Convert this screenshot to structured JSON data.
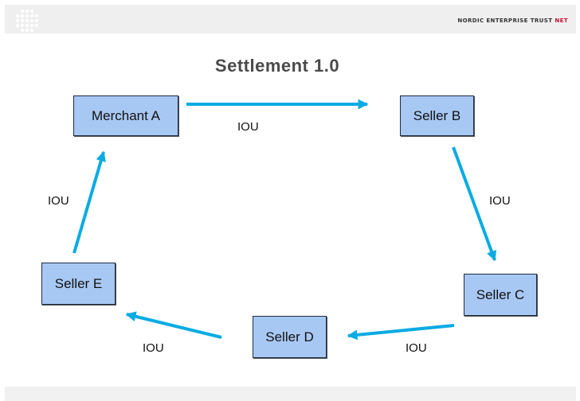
{
  "header": {
    "brand_text": "NORDIC ENTERPRISE TRUST",
    "brand_accent": "NET",
    "logo_icon": "dot-grid-logo"
  },
  "title": "Settlement 1.0",
  "nodes": {
    "merchant_a": "Merchant A",
    "seller_b": "Seller B",
    "seller_c": "Seller C",
    "seller_d": "Seller D",
    "seller_e": "Seller E"
  },
  "edge_labels": {
    "a_to_b": "IOU",
    "b_to_c": "IOU",
    "c_to_d": "IOU",
    "d_to_e": "IOU",
    "e_to_a": "IOU"
  },
  "colors": {
    "node_fill": "#a8c8f4",
    "arrow": "#0aabe3",
    "title": "#4a4a4a",
    "brand_accent": "#c8102e"
  }
}
